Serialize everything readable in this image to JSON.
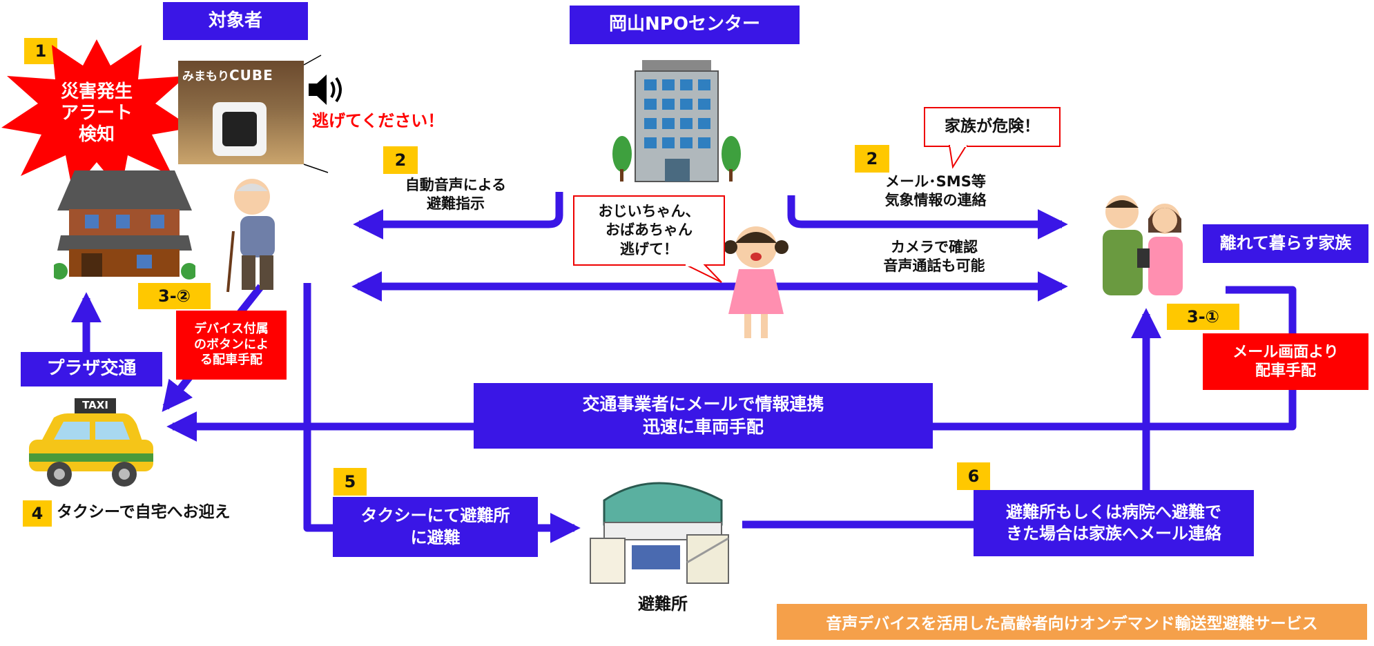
{
  "headers": {
    "target": "対象者",
    "npo": "岡山NPOセンター",
    "family": "離れて暮らす家族",
    "taxi_company": "プラザ交通"
  },
  "badges": {
    "b1": "1",
    "b2_left": "2",
    "b2_right": "2",
    "b3_2": "3-②",
    "b3_1": "3-①",
    "b4": "4",
    "b5": "5",
    "b6": "6"
  },
  "alert": "災害発生\nアラート\n検知",
  "device": {
    "logo_prefix": "みまもり",
    "logo_suffix": "CUBE",
    "warning": "逃げてください！"
  },
  "labels": {
    "auto_voice": "自動音声による\n避難指示",
    "mail_sms": "メール･SMS等\n気象情報の連絡",
    "camera": "カメラで確認\n音声通話も可能",
    "taxi_pickup": "タクシーで自宅へお迎え",
    "shelter": "避難所",
    "taxi_text": "TAXI"
  },
  "bubbles": {
    "family_danger": "家族が危険！",
    "grandparents": "おじいちゃん、\nおばあちゃん\n逃げて！"
  },
  "red_boxes": {
    "device_button": "デバイス付属\nのボタンによ\nる配車手配",
    "mail_screen": "メール画面より\n配車手配"
  },
  "blue_boxes": {
    "transport_link": "交通事業者にメールで情報連携\n迅速に車両手配",
    "taxi_evac": "タクシーにて避難所\nに避難",
    "notify": "避難所もしくは病院へ避難で\nきた場合は家族へメール連絡"
  },
  "footer": "音声デバイスを活用した高齢者向けオンデマンド輸送型避難サービス",
  "colors": {
    "arrow_blue": "#3a16e6",
    "badge_yellow": "#ffc800",
    "alert_red": "#ff0000",
    "footer_orange": "#f5a04a"
  }
}
